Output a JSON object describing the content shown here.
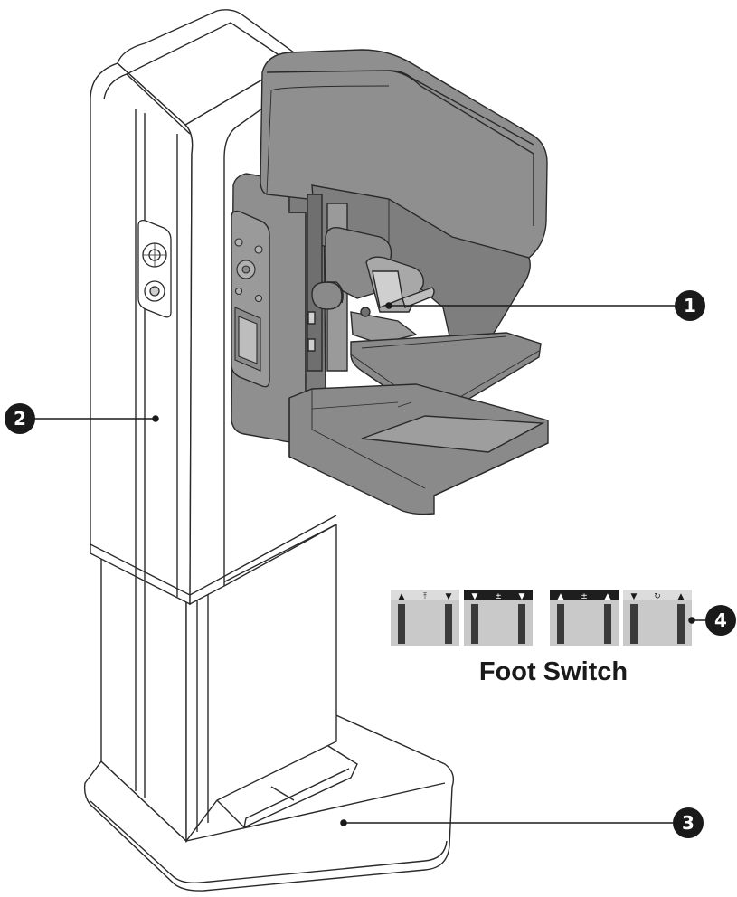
{
  "caption": {
    "foot_switch": "Foot Switch"
  },
  "callouts": [
    {
      "id": "1",
      "label": "1"
    },
    {
      "id": "2",
      "label": "2"
    },
    {
      "id": "3",
      "label": "3"
    },
    {
      "id": "4",
      "label": "4"
    }
  ],
  "foot_switch_pedals": [
    {
      "top_style": "light",
      "left_arrow": "▲",
      "center_symbol": "⤒",
      "right_arrow": "▼"
    },
    {
      "top_style": "dark",
      "left_arrow": "▼",
      "center_symbol": "±",
      "right_arrow": "▼"
    },
    {
      "top_style": "dark",
      "left_arrow": "▲",
      "center_symbol": "±",
      "right_arrow": "▲"
    },
    {
      "top_style": "light",
      "left_arrow": "▼",
      "center_symbol": "↻",
      "right_arrow": "▲"
    }
  ],
  "colors": {
    "line": "#2a2a2a",
    "housing_gray": "#8f8f8f",
    "housing_dark": "#6f6f6f",
    "housing_light": "#b8b8b8",
    "column_white": "#ffffff",
    "callout_fill": "#1a1a1a",
    "pedal_bg": "#c9c9c9"
  }
}
